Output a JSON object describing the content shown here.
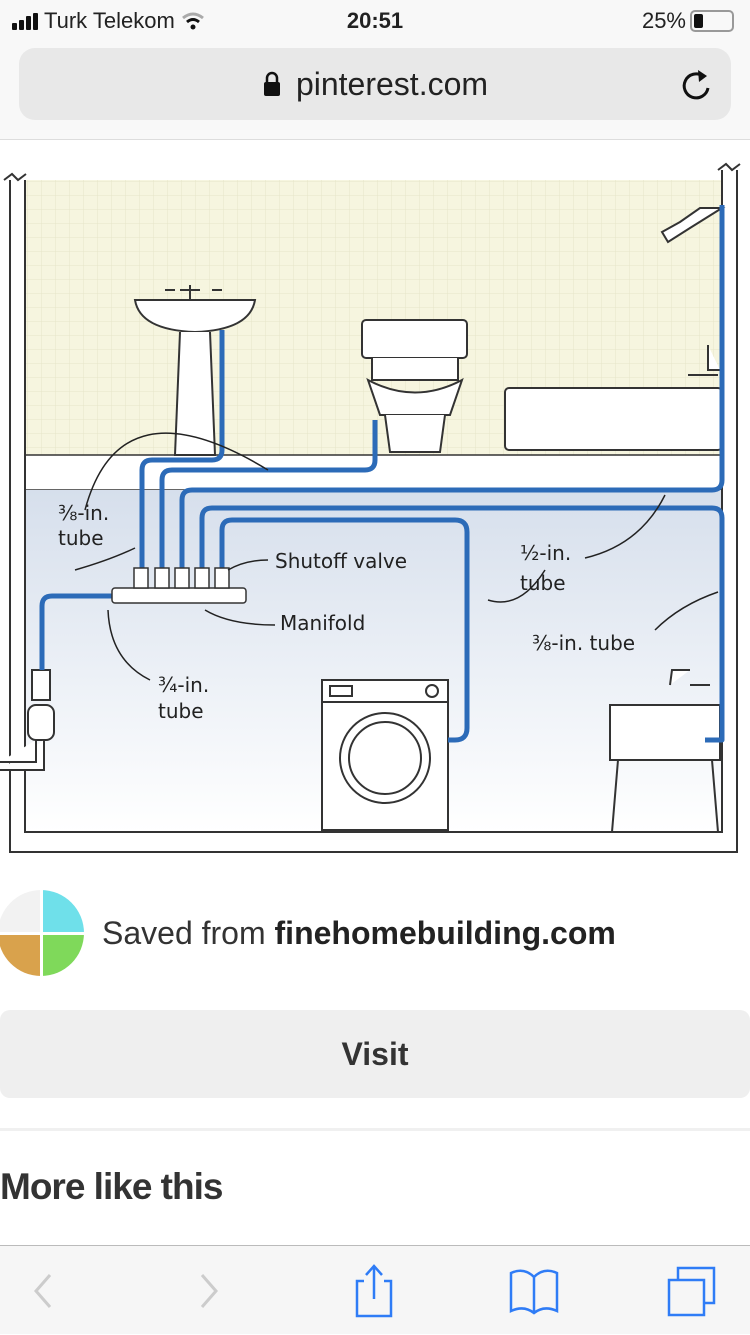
{
  "status_bar": {
    "carrier": "Turk Telekom",
    "time": "20:51",
    "battery": "25%",
    "battery_level": 0.25
  },
  "browser": {
    "url": "pinterest.com"
  },
  "illustration": {
    "labels": {
      "tube_38_a_top": "⅜-in.",
      "tube_38_a_bottom": "tube",
      "shutoff_valve": "Shutoff valve",
      "manifold": "Manifold",
      "tube_34_top": "¾-in.",
      "tube_34_bottom": "tube",
      "tube_12_top": "½-in.",
      "tube_12_bottom": "tube",
      "tube_38_b": "⅜-in. tube"
    },
    "colors": {
      "pipe": "#2c6bb8",
      "wall": "#f6f5df",
      "floor_area": "#dde5ef"
    }
  },
  "pin": {
    "saved_prefix": "Saved from ",
    "source": "finehomebuilding.com",
    "visit_label": "Visit"
  },
  "more_like_this": "More like this",
  "toolbar": {
    "accent": "#2f7cf6"
  }
}
